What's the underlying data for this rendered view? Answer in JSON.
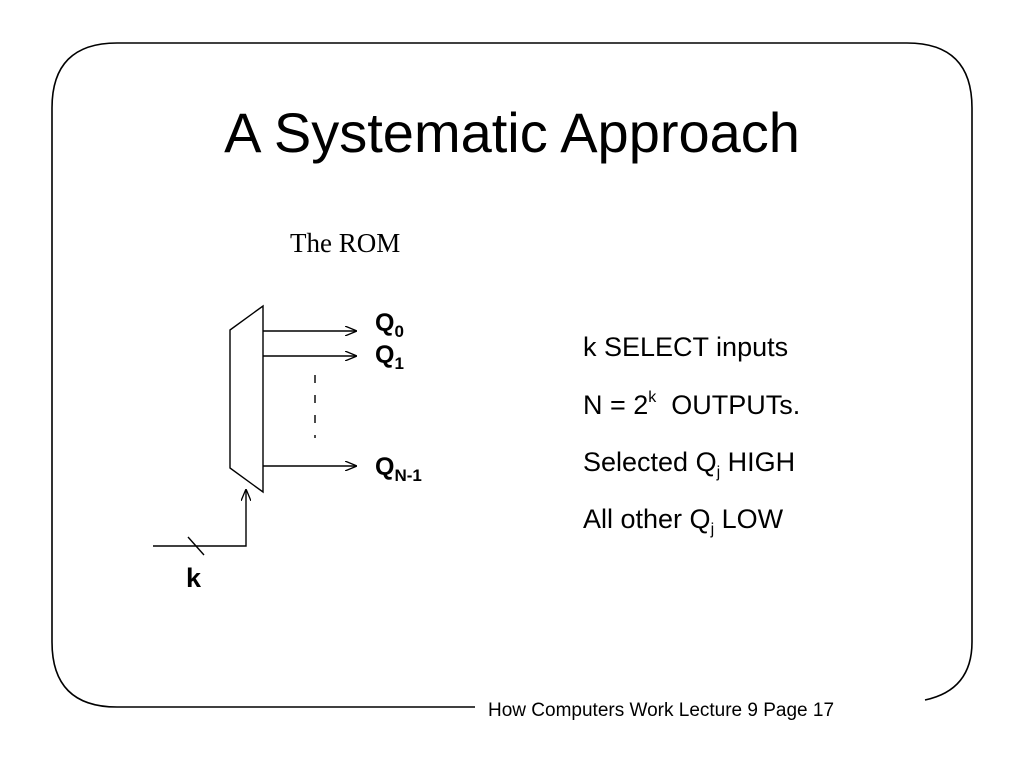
{
  "slide": {
    "title": "A Systematic Approach",
    "rom_caption": "The ROM",
    "diagram": {
      "outputs": [
        {
          "base": "Q",
          "sub": "0"
        },
        {
          "base": "Q",
          "sub": "1"
        },
        {
          "base": "Q",
          "sub": "N-1"
        }
      ],
      "select_label": "k"
    },
    "description": {
      "line1": "k SELECT inputs",
      "line2_prefix": "N = 2",
      "line2_sup": "k",
      "line2_suffix": "  OUTPUTs.",
      "line3_prefix": "Selected Q",
      "line3_sub": "j",
      "line3_suffix": " HIGH",
      "line4_prefix": "All other Q",
      "line4_sub": "j",
      "line4_suffix": " LOW"
    },
    "footer": "How Computers Work Lecture 9 Page 17"
  }
}
